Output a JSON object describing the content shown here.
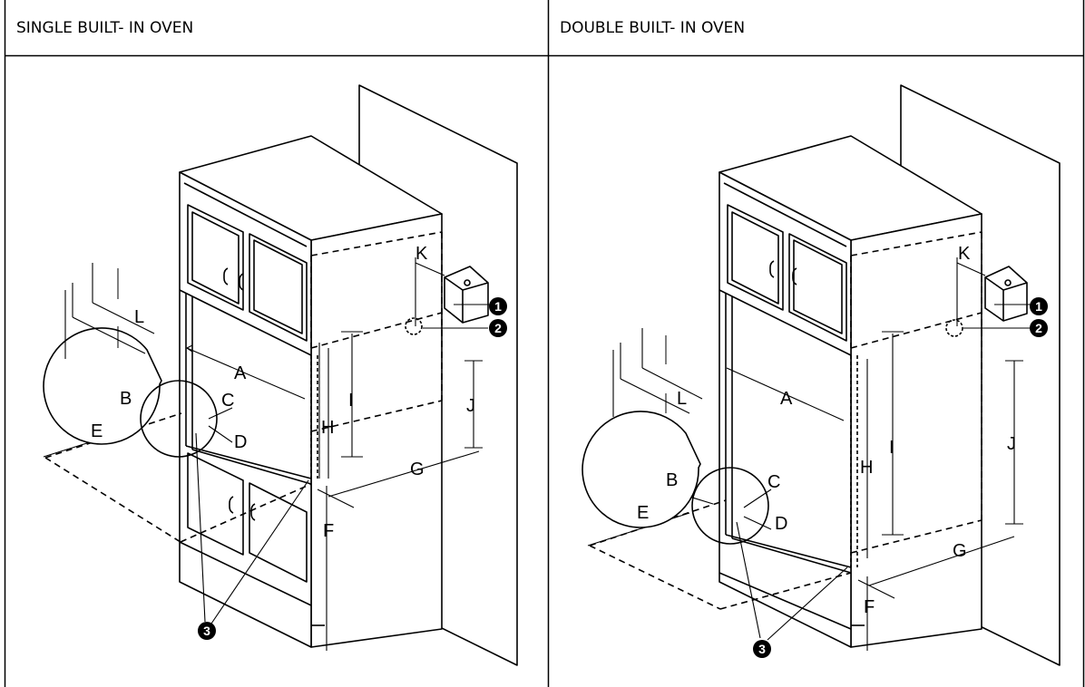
{
  "panels": [
    {
      "title": "SINGLE BUILT- IN OVEN"
    },
    {
      "title": "DOUBLE BUILT- IN OVEN"
    }
  ],
  "dimension_labels": [
    "A",
    "B",
    "C",
    "D",
    "E",
    "F",
    "G",
    "H",
    "I",
    "J",
    "K",
    "L"
  ],
  "callouts": [
    "1",
    "2",
    "3"
  ]
}
